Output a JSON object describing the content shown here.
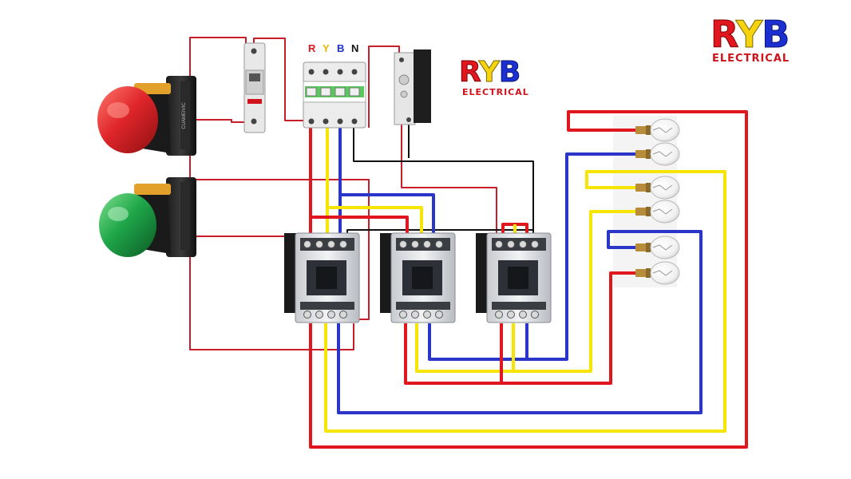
{
  "logos": {
    "main": {
      "r": "R",
      "y": "Y",
      "b": "B",
      "sub": "ELECTRICAL"
    },
    "secondary": {
      "r": "R",
      "y": "Y",
      "b": "B",
      "sub": "ELECTRICAL"
    }
  },
  "phase_labels": [
    {
      "text": "R",
      "color": "#e0171f"
    },
    {
      "text": "Y",
      "color": "#e8b800"
    },
    {
      "text": "B",
      "color": "#1c2fd0"
    },
    {
      "text": "N",
      "color": "#111111"
    }
  ],
  "wire_colors": {
    "red": "#e0171f",
    "yellow": "#f5e500",
    "blue": "#2b36c9",
    "black": "#111111",
    "control": "#c81e2a"
  },
  "components": {
    "stop_button": {
      "color": "#e0262b",
      "label": "stop-push-button"
    },
    "start_button": {
      "color": "#1fa64a",
      "label": "start-push-button"
    },
    "mcb": {
      "label": "single-pole-mcb"
    },
    "isolator": {
      "label": "four-pole-isolator"
    },
    "timer": {
      "label": "timer-relay"
    },
    "contactors": [
      "contactor-1",
      "contactor-2",
      "contactor-3"
    ],
    "lamps": [
      "lamp-1",
      "lamp-2",
      "lamp-3",
      "lamp-4",
      "lamp-5",
      "lamp-6"
    ]
  }
}
